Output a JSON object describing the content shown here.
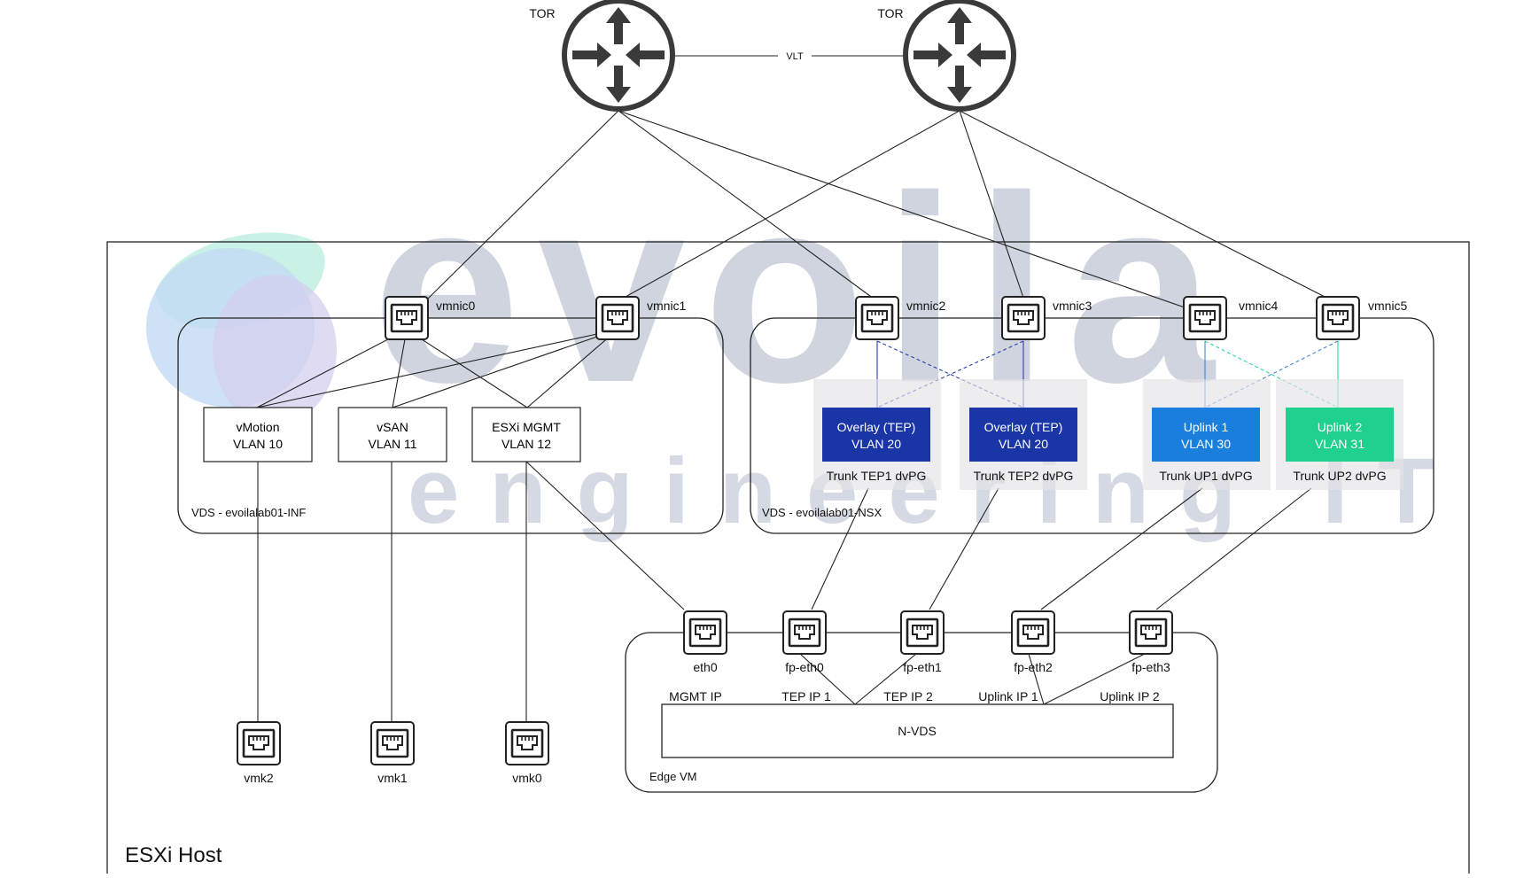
{
  "watermark": {
    "word": "evoila",
    "tagline": "engineering IT",
    "colors": {
      "letters": "#cdd2de",
      "blob_green": "#bdf0e2",
      "blob_blue": "#c7dcf6",
      "blob_purple": "#d6d3ef"
    }
  },
  "routers": [
    {
      "id": "tor1",
      "label": "TOR",
      "icon": "router-icon"
    },
    {
      "id": "tor2",
      "label": "TOR",
      "icon": "router-icon"
    }
  ],
  "vlt_label": "VLT",
  "host": {
    "label": "ESXi Host"
  },
  "vds_inf": {
    "label": "VDS - evoilalab01-INF",
    "vmnics": [
      "vmnic0",
      "vmnic1"
    ],
    "portgroups": [
      {
        "name": "vMotion",
        "vlan": "VLAN 10"
      },
      {
        "name": "vSAN",
        "vlan": "VLAN 11"
      },
      {
        "name": "ESXi MGMT",
        "vlan": "VLAN 12"
      }
    ]
  },
  "vds_nsx": {
    "label": "VDS - evoilalab01-NSX",
    "vmnics": [
      "vmnic2",
      "vmnic3",
      "vmnic4",
      "vmnic5"
    ],
    "portgroups": [
      {
        "name": "Overlay (TEP)",
        "vlan": "VLAN 20",
        "caption": "Trunk TEP1 dvPG",
        "color": "#1a36a6"
      },
      {
        "name": "Overlay (TEP)",
        "vlan": "VLAN 20",
        "caption": "Trunk TEP2 dvPG",
        "color": "#1a36a6"
      },
      {
        "name": "Uplink 1",
        "vlan": "VLAN 30",
        "caption": "Trunk UP1 dvPG",
        "color": "#1a7fdc"
      },
      {
        "name": "Uplink 2",
        "vlan": "VLAN 31",
        "caption": "Trunk UP2 dvPG",
        "color": "#1fd08e"
      }
    ]
  },
  "vmks": [
    "vmk2",
    "vmk1",
    "vmk0"
  ],
  "edge": {
    "label": "Edge VM",
    "ports": [
      "eth0",
      "fp-eth0",
      "fp-eth1",
      "fp-eth2",
      "fp-eth3"
    ],
    "ip_labels": [
      "MGMT IP",
      "TEP IP 1",
      "TEP IP 2",
      "Uplink IP 1",
      "Uplink IP 2"
    ],
    "nvds_label": "N-VDS"
  },
  "colors": {
    "line": "#222222",
    "dashed_dark": "#2b3fae",
    "dashed_blue": "#3f88d8",
    "dashed_green": "#2fd3a2"
  }
}
